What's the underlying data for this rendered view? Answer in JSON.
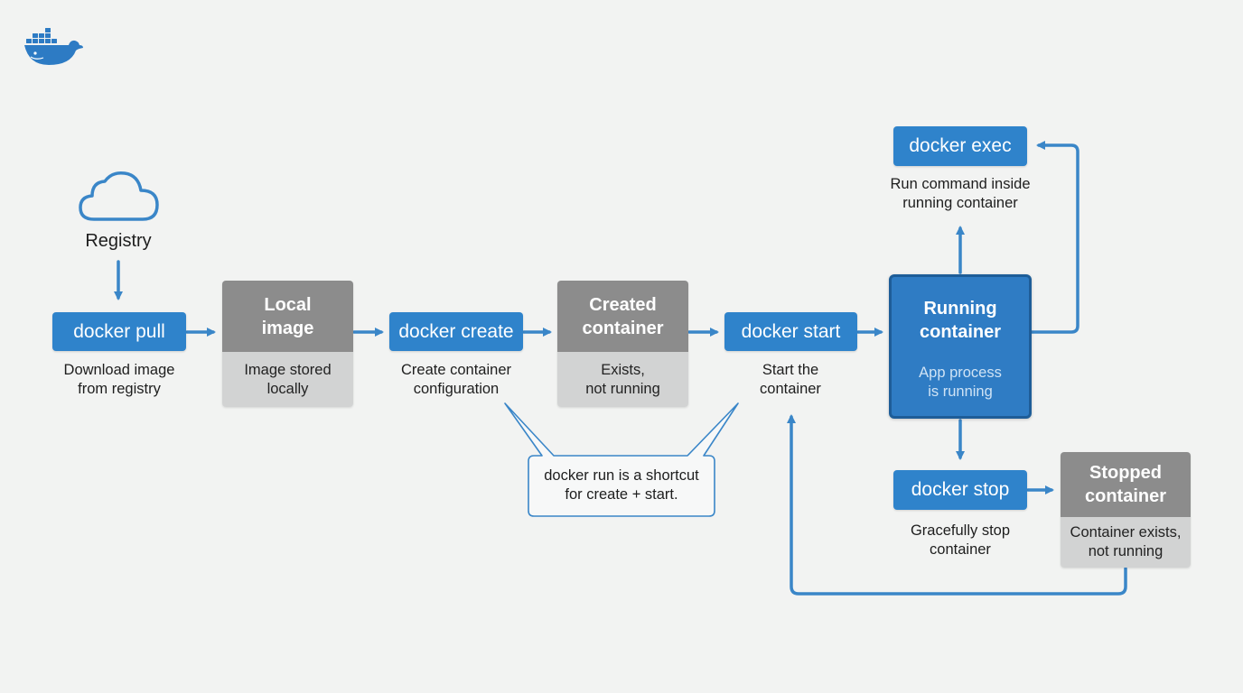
{
  "registry": {
    "label": "Registry"
  },
  "commands": {
    "pull": {
      "label": "docker pull",
      "desc1": "Download image",
      "desc2": "from registry"
    },
    "create": {
      "label": "docker create",
      "desc1": "Create container",
      "desc2": "configuration"
    },
    "start": {
      "label": "docker start",
      "desc1": "Start the",
      "desc2": "container"
    },
    "exec": {
      "label": "docker exec",
      "desc1": "Run command inside",
      "desc2": "running container"
    },
    "stop": {
      "label": "docker stop",
      "desc1": "Gracefully stop",
      "desc2": "container"
    }
  },
  "states": {
    "local_image": {
      "title1": "Local",
      "title2": "image",
      "sub1": "Image stored",
      "sub2": "locally"
    },
    "created": {
      "title1": "Created",
      "title2": "container",
      "sub1": "Exists,",
      "sub2": "not running"
    },
    "running": {
      "title1": "Running",
      "title2": "container",
      "sub1": "App process",
      "sub2": "is running"
    },
    "stopped": {
      "title1": "Stopped",
      "title2": "container",
      "sub1": "Container exists,",
      "sub2": "not running"
    }
  },
  "callout": {
    "line1": "docker run is a shortcut",
    "line2": "for create + start."
  },
  "colors": {
    "command_blue": "#2f83cb",
    "running_blue": "#2f7cc4",
    "state_gray": "#8c8c8c",
    "state_light": "#d2d3d3",
    "arrow_blue": "#3a86c8",
    "background": "#f2f3f2"
  },
  "icons": {
    "logo": "docker-whale-icon",
    "registry": "cloud-icon"
  }
}
